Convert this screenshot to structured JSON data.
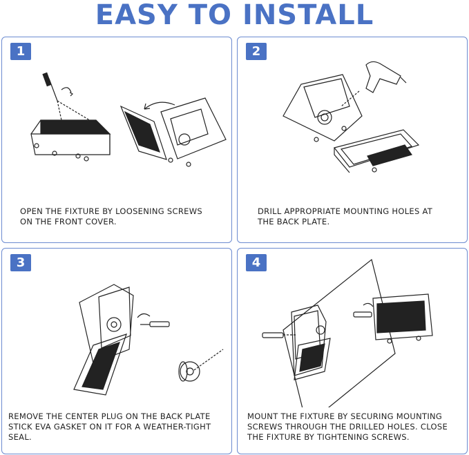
{
  "title": "EASY TO INSTALL",
  "steps": [
    {
      "number": "1",
      "caption": "OPEN THE FIXTURE BY LOOSENING SCREWS\nON THE FRONT COVER."
    },
    {
      "number": "2",
      "caption": "DRILL APPROPRIATE MOUNTING HOLES AT\nTHE BACK PLATE."
    },
    {
      "number": "3",
      "caption": "REMOVE THE CENTER PLUG ON THE BACK PLATE\nSTICK EVA GASKET ON IT FOR A WEATHER-TIGHT\nSEAL."
    },
    {
      "number": "4",
      "caption": "MOUNT THE FIXTURE BY SECURING MOUNTING\nSCREWS THROUGH THE DRILLED HOLES. CLOSE\nTHE FIXTURE BY TIGHTENING SCREWS."
    }
  ],
  "colors": {
    "accent": "#4a72c4",
    "border": "#6b8ad0",
    "text": "#222222"
  }
}
